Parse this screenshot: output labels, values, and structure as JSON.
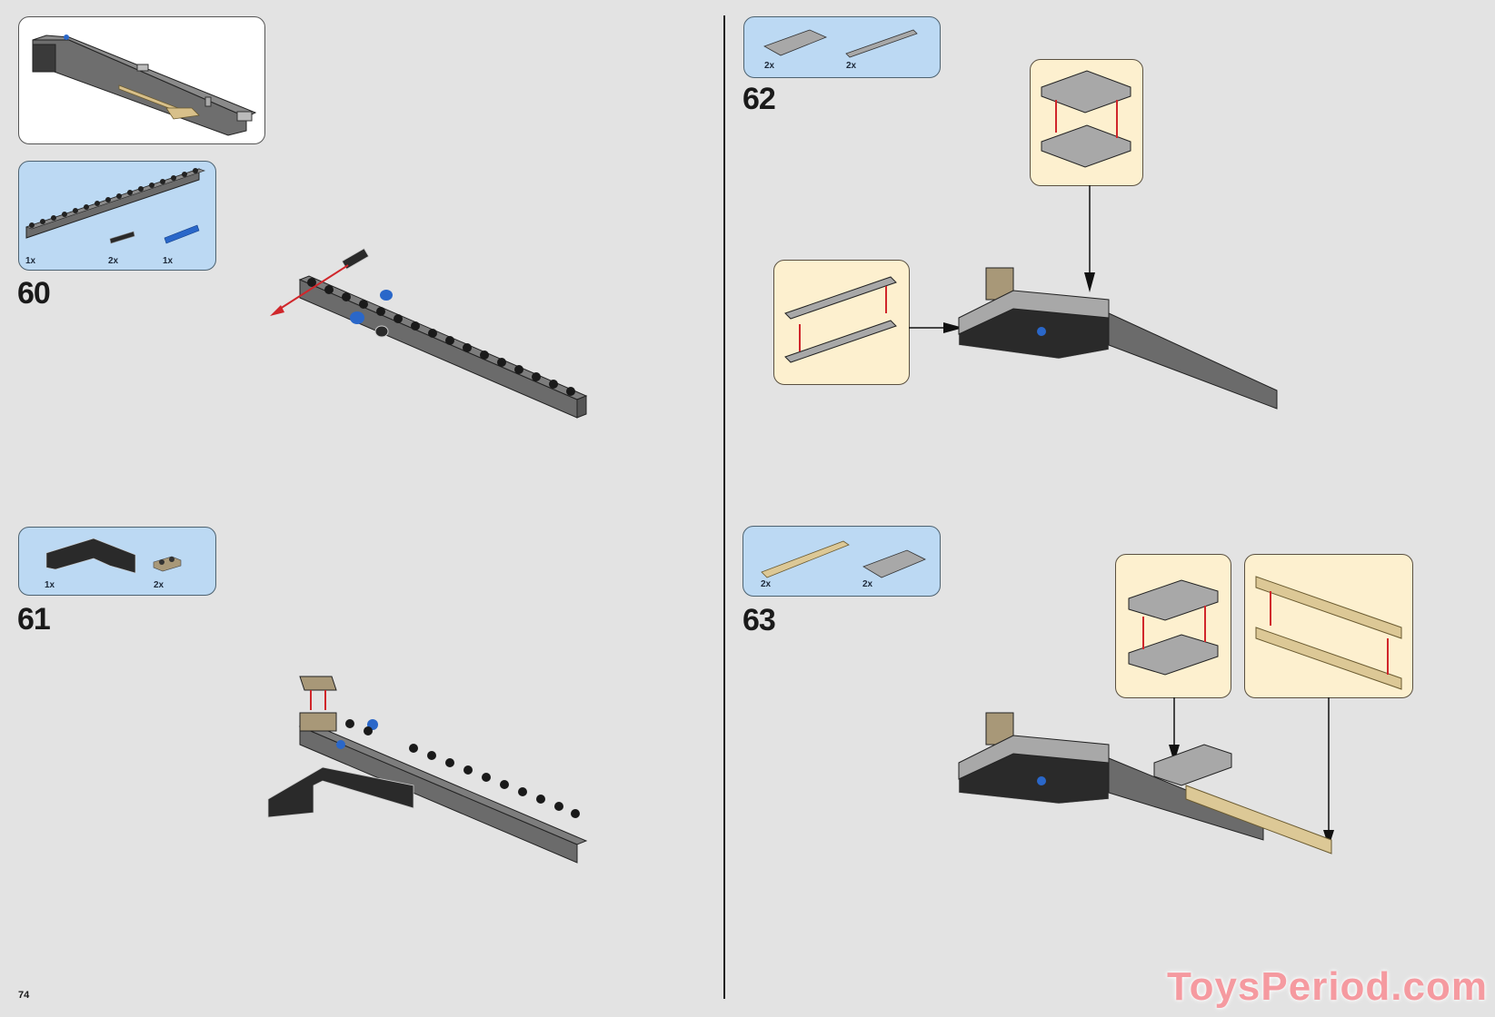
{
  "page": {
    "page_number": "74",
    "watermark": "ToysPeriod.com",
    "colors": {
      "background": "#e3e3e3",
      "parts_callout": "#bcd9f3",
      "subassembly_callout": "#fdf0cf",
      "dark_bluish_gray": "#6b6b6b",
      "black": "#2a2a2a",
      "light_bluish_gray": "#a8a8a8",
      "tan": "#dcc896",
      "dark_tan": "#a89878",
      "blue_pin": "#2a67c9",
      "arrow_red": "#d0262b"
    }
  },
  "overview": {
    "label": "current-build-overview"
  },
  "steps": [
    {
      "number": "60",
      "parts": [
        {
          "name": "Technic brick 1x16 with holes (dark bluish gray)",
          "qty": "1x"
        },
        {
          "name": "Technic pin with friction (black/gray)",
          "qty": "2x"
        },
        {
          "name": "Technic axle pin (blue)",
          "qty": "1x"
        }
      ]
    },
    {
      "number": "61",
      "parts": [
        {
          "name": "Technic L-shaped brick with holes (black)",
          "qty": "1x"
        },
        {
          "name": "Plate 1x2 (dark tan)",
          "qty": "2x"
        }
      ]
    },
    {
      "number": "62",
      "parts": [
        {
          "name": "Plate 2x4 (light bluish gray)",
          "qty": "2x"
        },
        {
          "name": "Plate 1x6 (light bluish gray)",
          "qty": "2x"
        }
      ],
      "subassemblies": [
        "2x4 plate stack",
        "1x6 plate stack"
      ]
    },
    {
      "number": "63",
      "parts": [
        {
          "name": "Plate 1x8 (tan)",
          "qty": "2x"
        },
        {
          "name": "Plate 2x4 (light bluish gray)",
          "qty": "2x"
        }
      ],
      "subassemblies": [
        "2x4 plate stack",
        "1x8 tan plate stack"
      ]
    }
  ]
}
